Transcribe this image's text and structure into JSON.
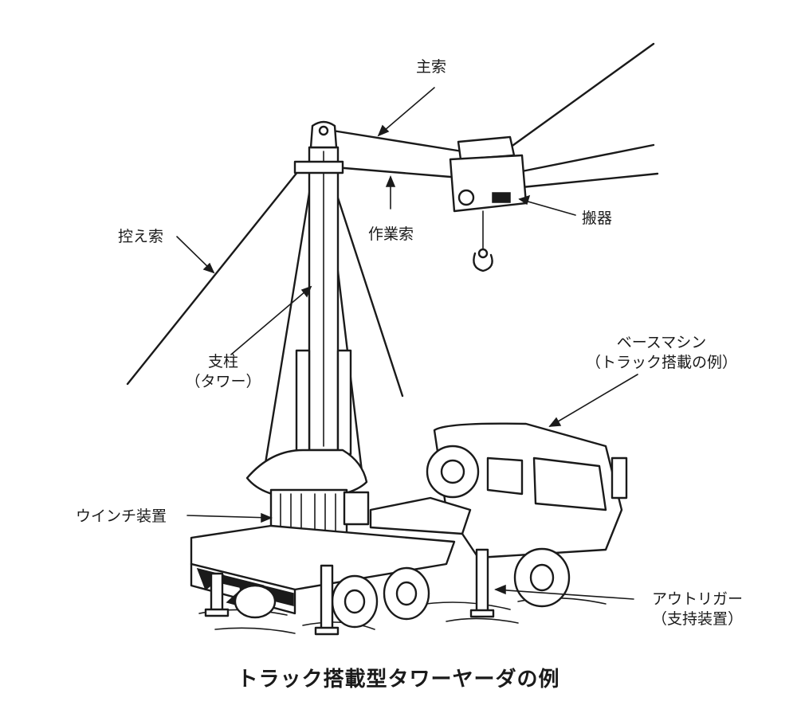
{
  "labels": {
    "main_rope": "主索",
    "carriage": "搬器",
    "working_rope": "作業索",
    "guy_line": "控え索",
    "tower_line1": "支柱",
    "tower_line2": "（タワー）",
    "base_line1": "ベースマシン",
    "base_line2": "（トラック搭載の例）",
    "winch": "ウインチ装置",
    "outrigger_line1": "アウトリガー",
    "outrigger_line2": "（支持装置）"
  },
  "caption": "トラック搭載型タワーヤーダの例",
  "icons": [
    "truck",
    "tower",
    "carriage",
    "hook",
    "winch-drum",
    "outrigger"
  ]
}
